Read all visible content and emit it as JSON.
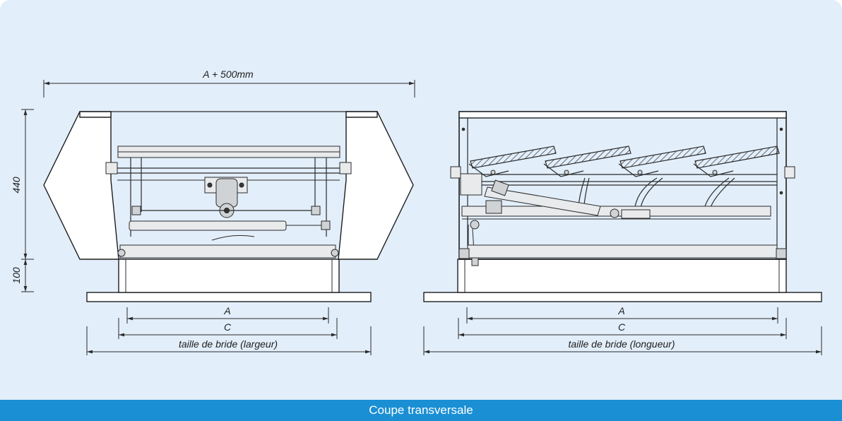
{
  "dimensions": {
    "top_width": "A + 500mm",
    "height_upper": "440",
    "height_lower": "100",
    "left_a": "A",
    "left_c": "C",
    "left_flange": "taille de bride (largeur)",
    "right_a": "A",
    "right_c": "C",
    "right_flange": "taille de bride (longueur)"
  },
  "caption": "Coupe transversale",
  "colors": {
    "background": "#e2eefa",
    "caption_bar": "#1a8fd4",
    "caption_text": "#ffffff",
    "lines": "#2b2b2b"
  }
}
